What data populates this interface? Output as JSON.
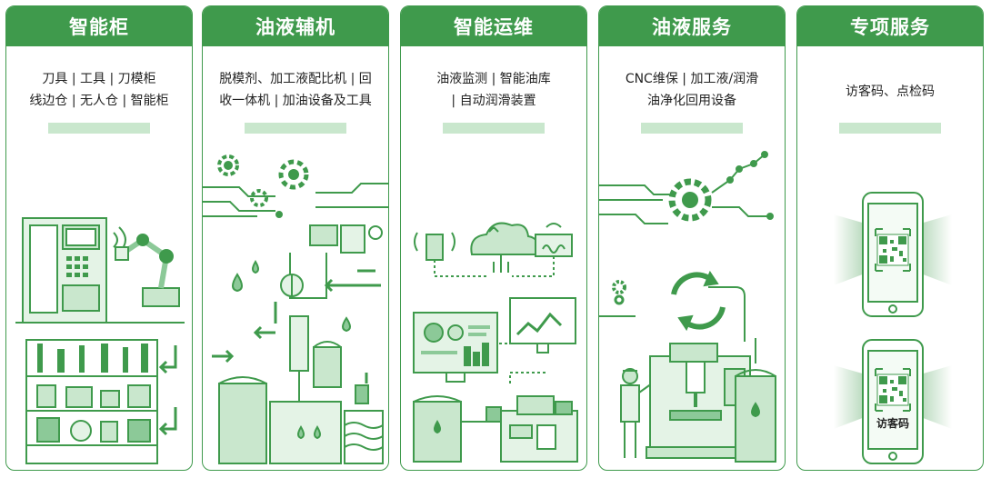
{
  "colors": {
    "brand_green": "#3f9a4c",
    "light_green": "#c9e7cd",
    "mid_green": "#8cc998",
    "pale_green": "#e4f3e6"
  },
  "cards": [
    {
      "title": "智能柜",
      "desc_lines": [
        "刀具 | 工具 | 刀模柜",
        "线边仓 | 无人仓 | 智能柜"
      ],
      "illustration": "smart-cabinet-robot-arm"
    },
    {
      "title": "油液辅机",
      "desc_lines": [
        "脱模剂、加工液配比机 | 回",
        "收一体机 | 加油设备及工具"
      ],
      "illustration": "oil-auxiliary-machines"
    },
    {
      "title": "智能运维",
      "desc_lines": [
        "油液监测 | 智能油库",
        "| 自动润滑装置"
      ],
      "illustration": "cloud-monitoring-dashboard"
    },
    {
      "title": "油液服务",
      "desc_lines": [
        "CNC维保 | 加工液/润滑",
        "油净化回用设备"
      ],
      "illustration": "cnc-service-recycle"
    },
    {
      "title": "专项服务",
      "desc_lines": [
        "访客码、点检码"
      ],
      "illustration": "phone-qr-codes",
      "phone_label": "访客码"
    }
  ]
}
